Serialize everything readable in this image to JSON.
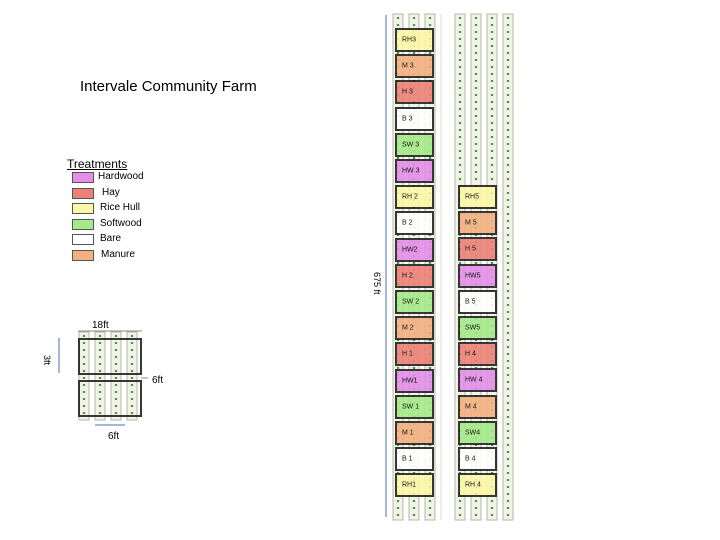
{
  "title": "Intervale Community Farm",
  "legend": {
    "heading": "Treatments",
    "items": [
      {
        "label": "Hardwood",
        "color": "#e48ee8"
      },
      {
        "label": "Hay",
        "color": "#ec8177"
      },
      {
        "label": "Rice Hull",
        "color": "#fbf7a6"
      },
      {
        "label": "Softwood",
        "color": "#a5ea8a"
      },
      {
        "label": "Bare",
        "color": "#ffffff"
      },
      {
        "label": "Manure",
        "color": "#f3b080"
      }
    ]
  },
  "inset": {
    "width_label": "18ft",
    "side_label": "6ft",
    "bottom_label": "6ft",
    "rotated_label": "3ft"
  },
  "field_label": "675 ft",
  "column_left": [
    {
      "label": "RH3",
      "treatment": "Rice Hull"
    },
    {
      "label": "M 3",
      "treatment": "Manure"
    },
    {
      "label": "H 3",
      "treatment": "Hay"
    },
    {
      "label": "B 3",
      "treatment": "Bare"
    },
    {
      "label": "SW 3",
      "treatment": "Softwood"
    },
    {
      "label": "HW 3",
      "treatment": "Hardwood"
    },
    {
      "label": "RH 2",
      "treatment": "Rice Hull"
    },
    {
      "label": "B 2",
      "treatment": "Bare"
    },
    {
      "label": "HW2",
      "treatment": "Hardwood"
    },
    {
      "label": "H 2",
      "treatment": "Hay"
    },
    {
      "label": "SW 2",
      "treatment": "Softwood"
    },
    {
      "label": "M 2",
      "treatment": "Manure"
    },
    {
      "label": "H 1",
      "treatment": "Hay"
    },
    {
      "label": "HW1",
      "treatment": "Hardwood"
    },
    {
      "label": "SW 1",
      "treatment": "Softwood"
    },
    {
      "label": "M 1",
      "treatment": "Manure"
    },
    {
      "label": "B 1",
      "treatment": "Bare"
    },
    {
      "label": "RH1",
      "treatment": "Rice Hull"
    }
  ],
  "column_right": [
    {
      "label": "RH5",
      "treatment": "Rice Hull"
    },
    {
      "label": "M 5",
      "treatment": "Manure"
    },
    {
      "label": "H 5",
      "treatment": "Hay"
    },
    {
      "label": "HW5",
      "treatment": "Hardwood"
    },
    {
      "label": "B 5",
      "treatment": "Bare"
    },
    {
      "label": "SW5",
      "treatment": "Softwood"
    },
    {
      "label": "H 4",
      "treatment": "Hay"
    },
    {
      "label": "HW 4",
      "treatment": "Hardwood"
    },
    {
      "label": "M 4",
      "treatment": "Manure"
    },
    {
      "label": "SW4",
      "treatment": "Softwood"
    },
    {
      "label": "B 4",
      "treatment": "Bare"
    },
    {
      "label": "RH 4",
      "treatment": "Rice Hull"
    }
  ]
}
